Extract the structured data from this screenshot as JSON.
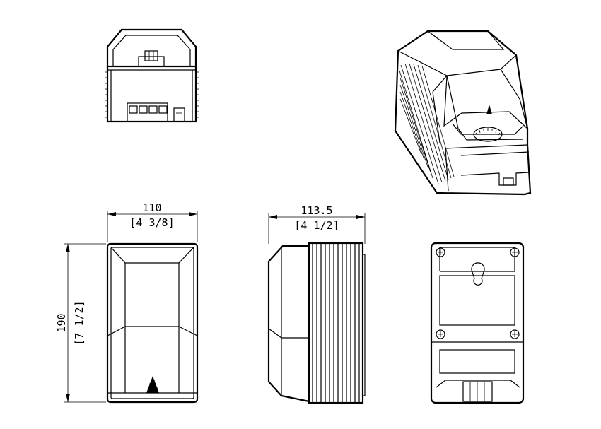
{
  "dimensions": {
    "width": {
      "mm": "110",
      "inch": "[4 3/8]"
    },
    "depth": {
      "mm": "113.5",
      "inch": "[4 1/2]"
    },
    "height": {
      "mm": "190",
      "inch": "[7 1/2]"
    }
  }
}
